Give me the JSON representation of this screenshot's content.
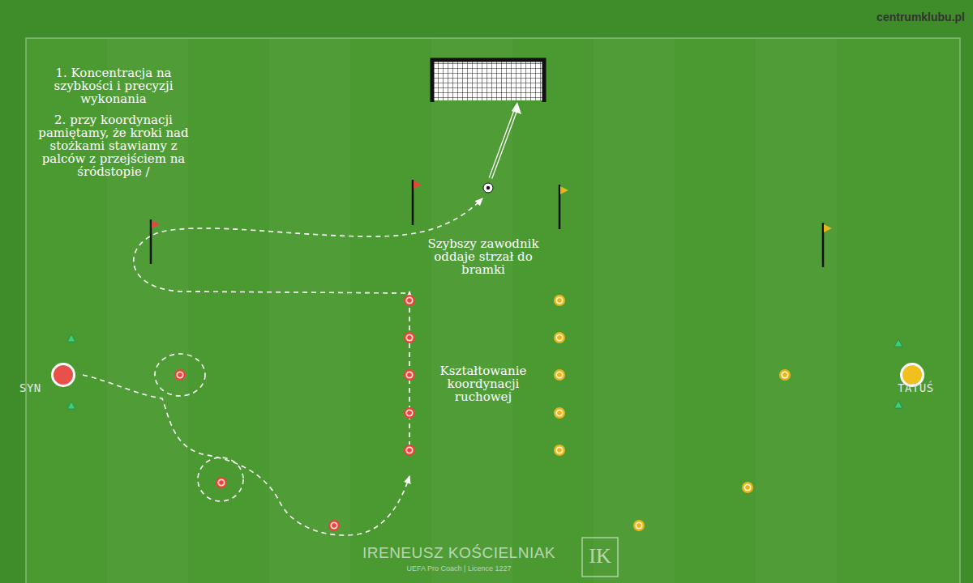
{
  "diagram": {
    "nodes": [
      {
        "text": [
          "SYN"
        ]
      },
      {
        "text": [
          "TATUŚ"
        ]
      }
    ],
    "labels": [
      "centrumklubu.pl",
      "1. Koncentracja na szybkości i precyzji wykonania",
      "2. przy koordynacji pamiętamy, że kroki nad stożkami stawiamy z palców z przejściem na śródstopie /",
      "Szybszy zawodnik oddaje strzał do bramki",
      "Kształtowanie koordynacji ruchowej",
      "IRENEUSZ KOŚCIELNIAK",
      "IK",
      "UEFA Pro Coach | Licence 1227"
    ]
  }
}
